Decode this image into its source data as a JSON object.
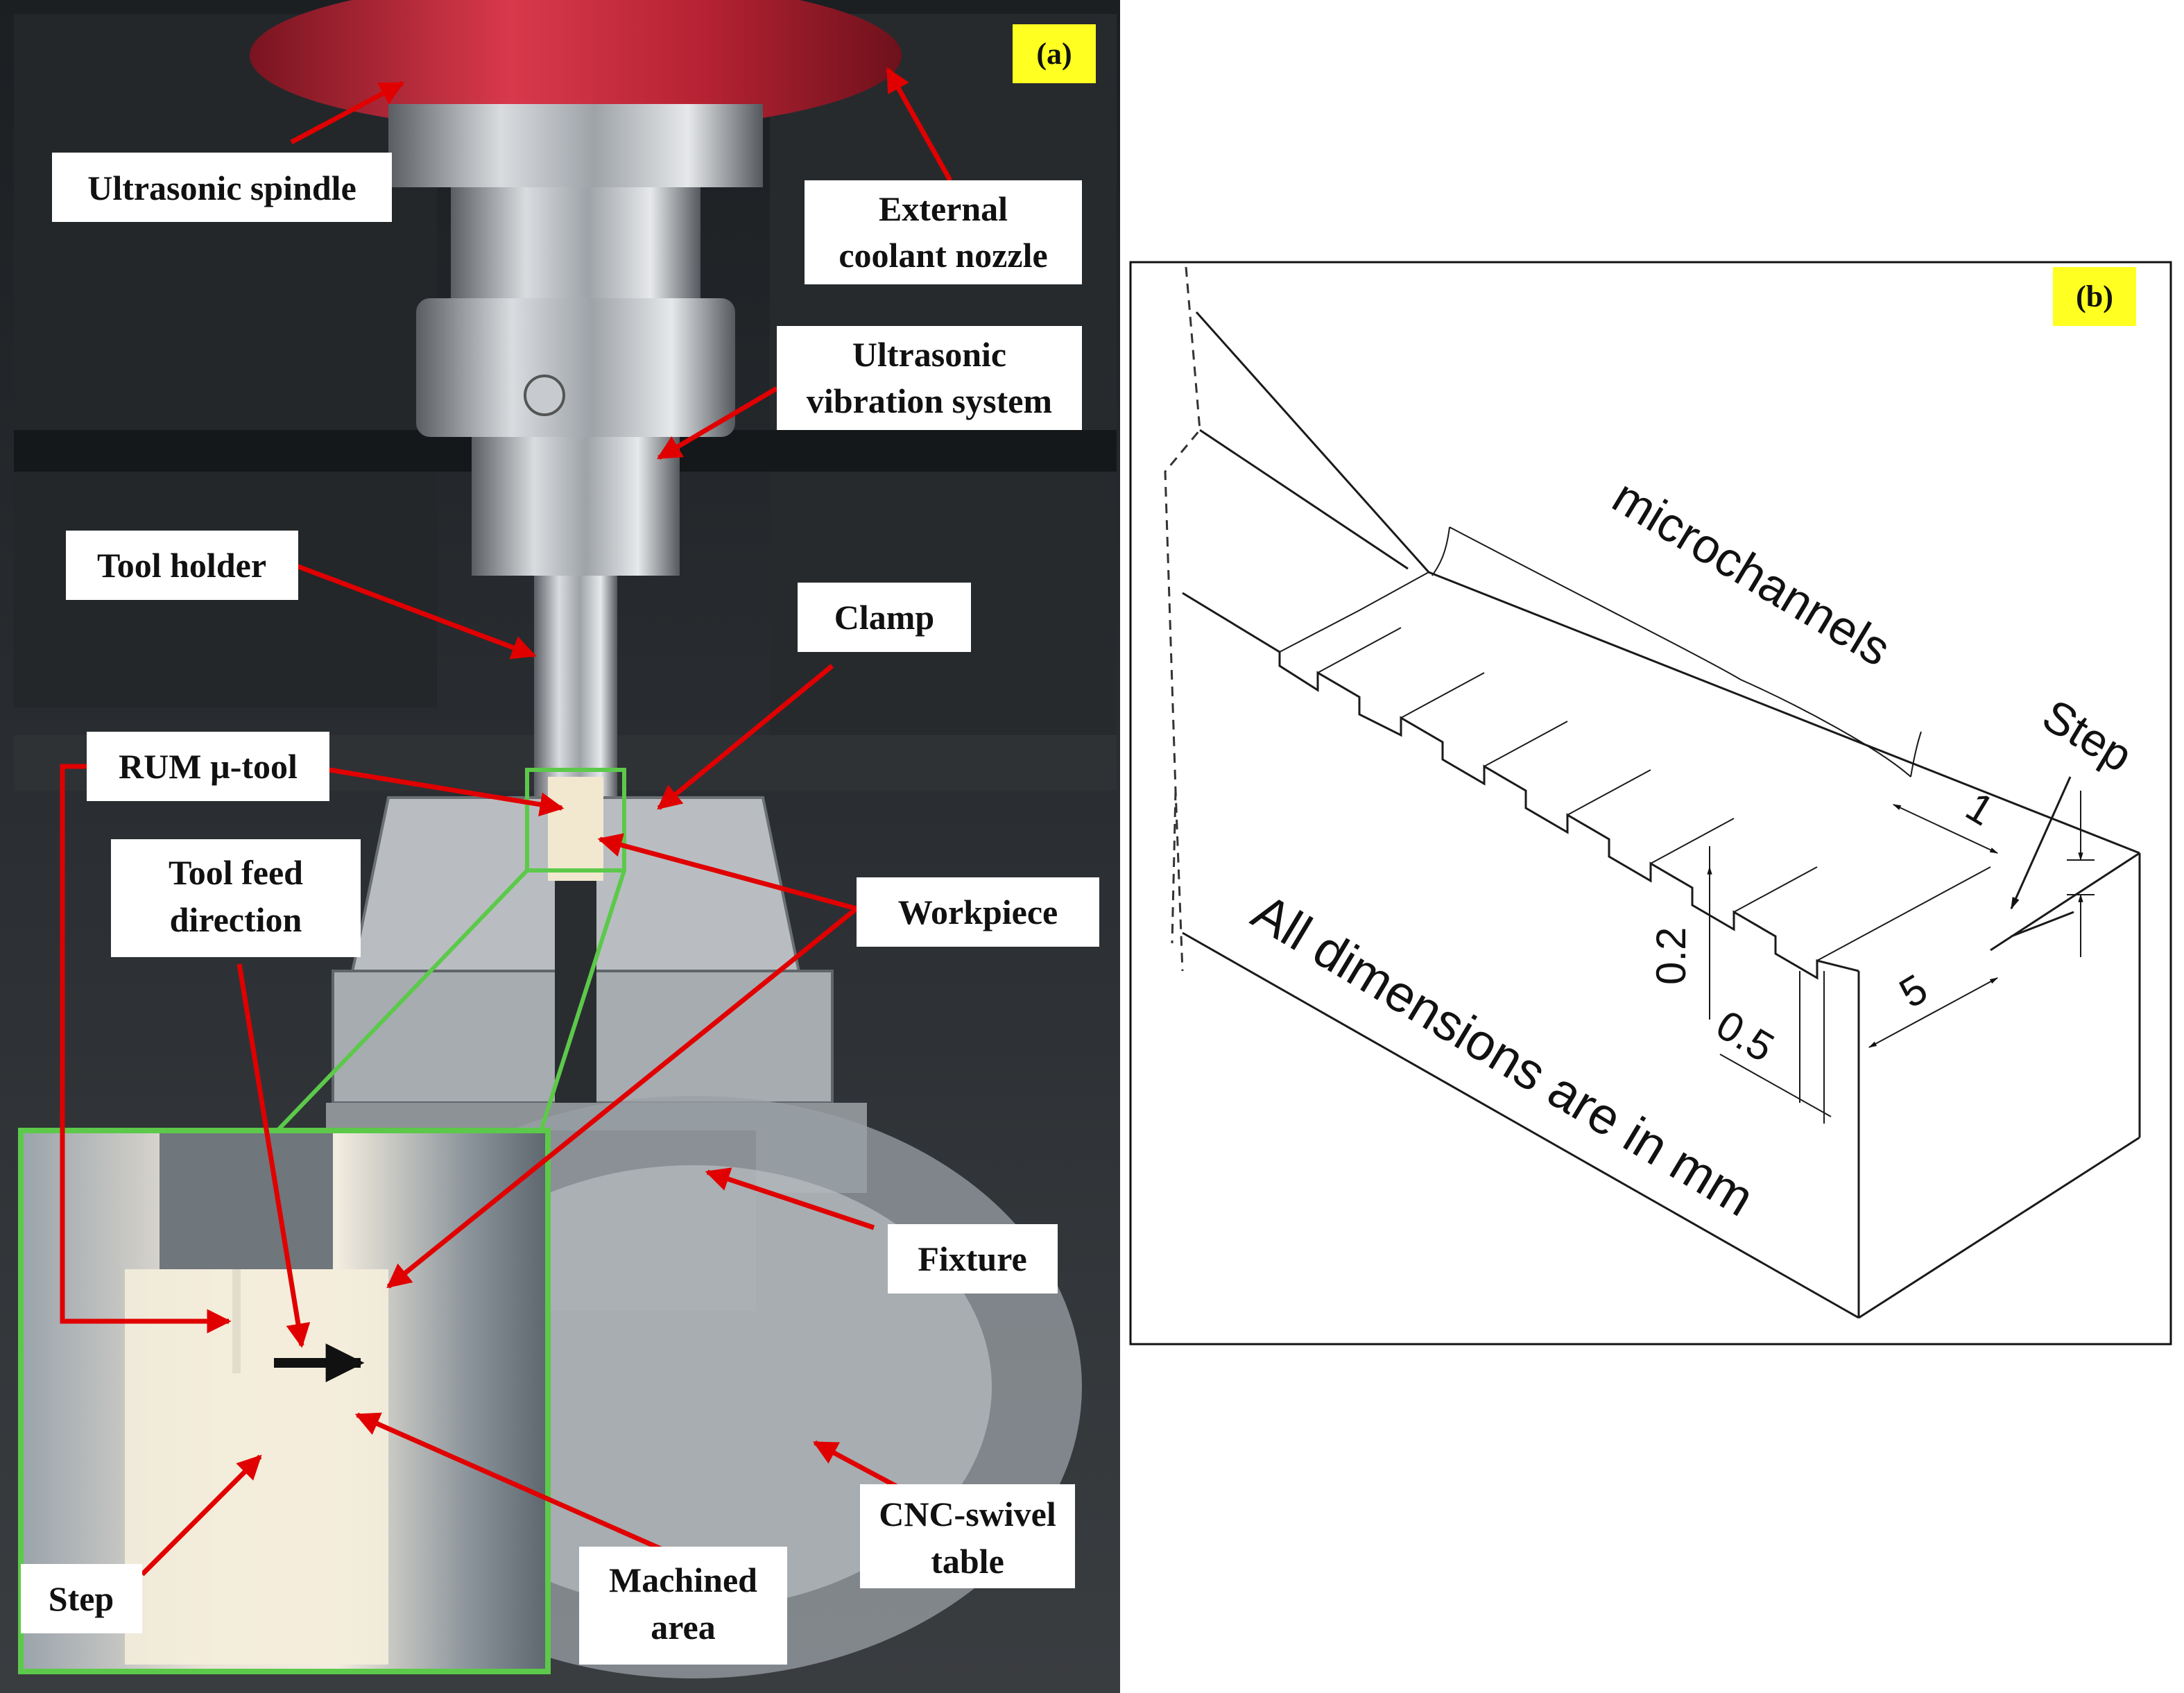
{
  "panel_a": {
    "tag": "(a)",
    "labels": {
      "ultrasonic_spindle": "Ultrasonic  spindle",
      "external_coolant_1": "External",
      "external_coolant_2": "coolant nozzle",
      "ultrasonic_vibration_1": "Ultrasonic",
      "ultrasonic_vibration_2": "vibration  system",
      "tool_holder": "Tool holder",
      "clamp": "Clamp",
      "rum_tool": "RUM µ-tool",
      "tool_feed_1": "Tool feed",
      "tool_feed_2": "direction",
      "workpiece": "Workpiece",
      "fixture": "Fixture",
      "cnc_table_1": "CNC-swivel",
      "cnc_table_2": "table",
      "step": "Step",
      "machined_area_1": "Machined",
      "machined_area_2": "area"
    },
    "colors": {
      "arrow": "#e00000",
      "inset_frame": "#5cc94a",
      "tag_bg": "#ffff22",
      "spindle": "#c8283a"
    }
  },
  "panel_b": {
    "tag": "(b)",
    "labels": {
      "microchannels": "microchannels",
      "step": "Step",
      "dim_1": "1",
      "dim_02": "0.2",
      "dim_05": "0.5",
      "dim_5": "5",
      "note": "All dimensions are in mm"
    }
  }
}
